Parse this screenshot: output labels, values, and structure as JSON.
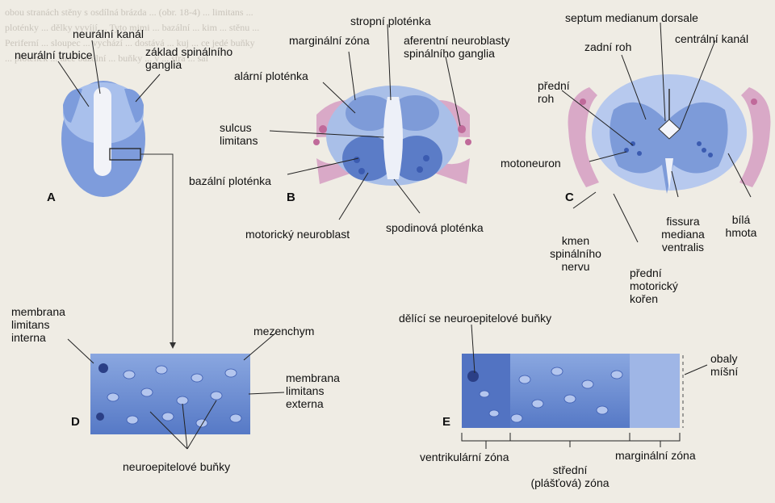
{
  "panels": {
    "a": "A",
    "b": "B",
    "c": "C",
    "d": "D",
    "e": "E"
  },
  "labels_a": {
    "neural_canal": "neurální kanál",
    "neural_tube": "neurální trubice",
    "spinal_ganglia_base": "základ spinálního\nganglia"
  },
  "labels_b": {
    "roof_plate": "stropní ploténka",
    "marginal_zone": "marginální zóna",
    "afferent_neuroblasts": "aferentní neuroblasty\nspinálního ganglia",
    "alar_plate": "alární ploténka",
    "sulcus_limitans": "sulcus\nlimitans",
    "basal_plate": "bazální ploténka",
    "motor_neuroblast": "motorický neuroblast",
    "floor_plate": "spodinová ploténka"
  },
  "labels_c": {
    "septum": "septum medianum dorsale",
    "dorsal_horn": "zadní roh",
    "central_canal": "centrální kanál",
    "ventral_horn": "přední\nroh",
    "motoneuron": "motoneuron",
    "spinal_nerve_trunk": "kmen\nspinálního\nnervu",
    "fissura": "fissura\nmediana\nventralis",
    "white_matter": "bílá\nhmota",
    "ventral_motor_root": "přední\nmotorický\nkořen"
  },
  "labels_d": {
    "membrana_interna": "membrana\nlimitans\ninterna",
    "mesenchyme": "mezenchym",
    "membrana_externa": "membrana\nlimitans\nexterna",
    "neuroepithelial_cells": "neuroepitelové buňky"
  },
  "labels_e": {
    "dividing_cells": "dělící se neuroepitelové buňky",
    "spinal_coverings": "obaly\nmíšní",
    "ventricular_zone": "ventrikulární zóna",
    "middle_zone": "střední\n(plášťová) zóna",
    "marginal_zone": "marginální zóna"
  },
  "colors": {
    "dark_blue": "#4a6fc0",
    "mid_blue": "#7c9ad6",
    "light_blue": "#a9bde6",
    "pale_blue": "#c8d4ee",
    "pink": "#d8a8c4",
    "page": "#efece4"
  }
}
